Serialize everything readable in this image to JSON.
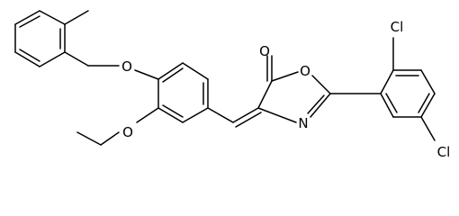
{
  "structure": {
    "atoms": {
      "O1": "O",
      "O2": "O",
      "O3": "O",
      "O4": "O",
      "N1": "N",
      "Cl1": "Cl",
      "Cl2": "Cl"
    }
  },
  "colors": {
    "bond": "#000000",
    "label": "#000000",
    "background": "#ffffff"
  }
}
